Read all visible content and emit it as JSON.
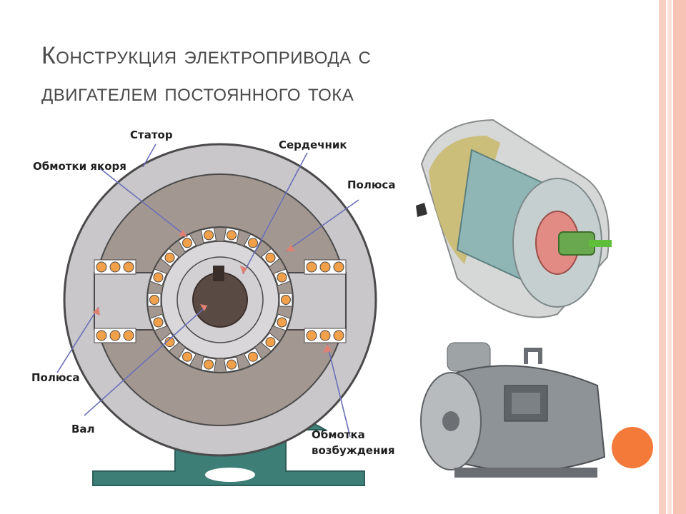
{
  "slide": {
    "title_line1": "Конструкция электропривода с",
    "title_line2": "двигателем постоянного тока"
  },
  "diagram": {
    "labels": {
      "stator": "Статор",
      "armature_windings": "Обмотки якоря",
      "core": "Сердечник",
      "poles_top": "Полюса",
      "poles_bottom": "Полюса",
      "shaft": "Вал",
      "field_winding_line1": "Обмотка",
      "field_winding_line2": "возбуждения"
    }
  },
  "colors": {
    "accent_orange": "#f47a3a",
    "stripe_pink": "#f6c3b4",
    "stator_gray": "#c9c7c9",
    "pole_gray": "#a39891",
    "base_teal": "#3d7e76",
    "winding_orange": "#f2a14a"
  }
}
